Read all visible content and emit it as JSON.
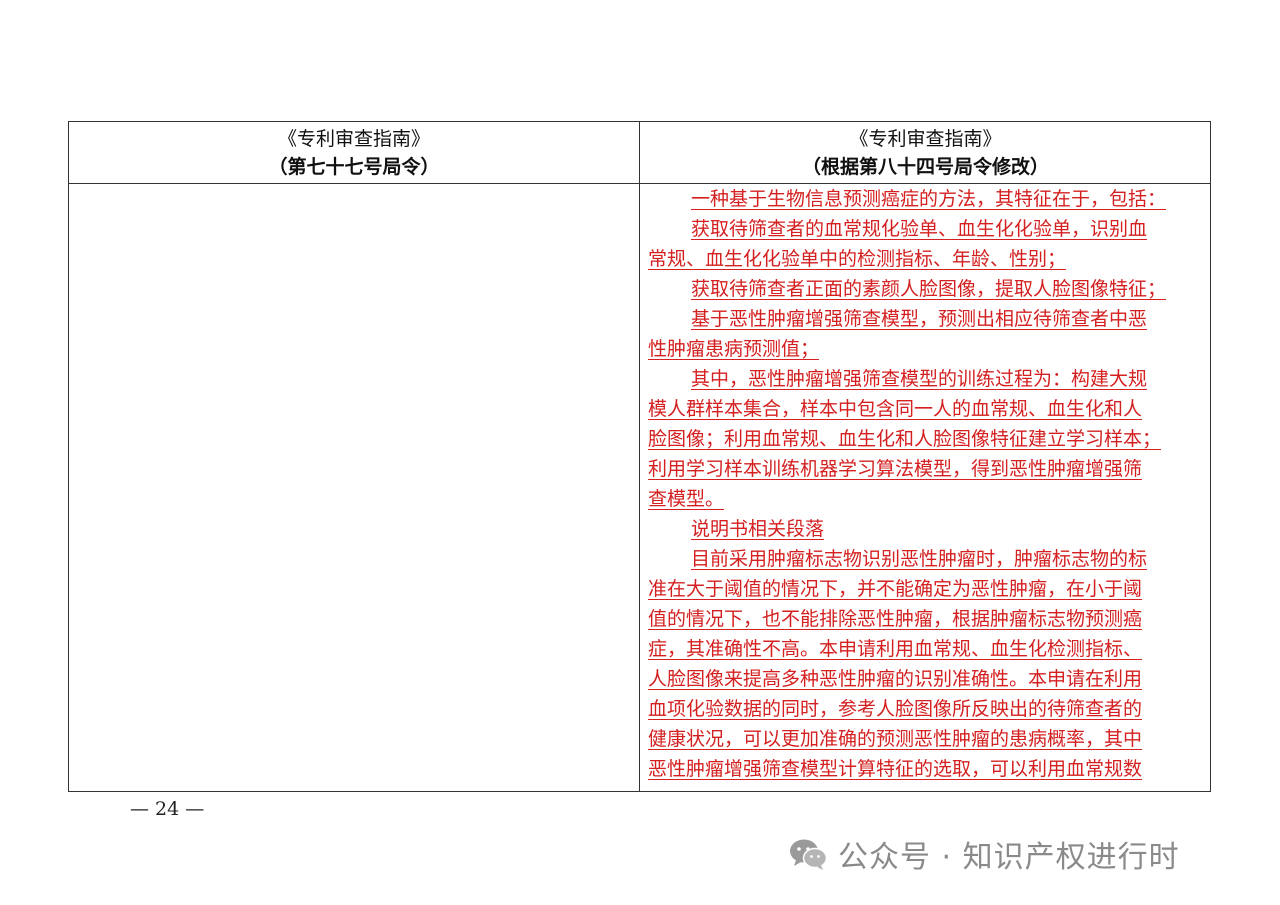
{
  "table": {
    "left_header": {
      "title": "《专利审查指南》",
      "subtitle": "（第七十七号局令）"
    },
    "right_header": {
      "title": "《专利审查指南》",
      "subtitle": "（根据第八十四号局令修改）"
    },
    "right_lines": [
      {
        "text": "一种基于生物信息预测癌症的方法，其特征在于，包括：",
        "indent": true
      },
      {
        "text": "获取待筛查者的血常规化验单、血生化化验单，识别血",
        "indent": true
      },
      {
        "text": "常规、血生化化验单中的检测指标、年龄、性别；",
        "indent": false
      },
      {
        "text": "获取待筛查者正面的素颜人脸图像，提取人脸图像特征；",
        "indent": true
      },
      {
        "text": "基于恶性肿瘤增强筛查模型，预测出相应待筛查者中恶",
        "indent": true
      },
      {
        "text": "性肿瘤患病预测值；",
        "indent": false
      },
      {
        "text": "其中，恶性肿瘤增强筛查模型的训练过程为：构建大规",
        "indent": true
      },
      {
        "text": "模人群样本集合，样本中包含同一人的血常规、血生化和人",
        "indent": false
      },
      {
        "text": "脸图像；利用血常规、血生化和人脸图像特征建立学习样本；",
        "indent": false
      },
      {
        "text": "利用学习样本训练机器学习算法模型，得到恶性肿瘤增强筛",
        "indent": false
      },
      {
        "text": "查模型。",
        "indent": false
      },
      {
        "text": "说明书相关段落",
        "indent": true
      },
      {
        "text": "目前采用肿瘤标志物识别恶性肿瘤时，肿瘤标志物的标",
        "indent": true
      },
      {
        "text": "准在大于阈值的情况下，并不能确定为恶性肿瘤，在小于阈",
        "indent": false
      },
      {
        "text": "值的情况下，也不能排除恶性肿瘤，根据肿瘤标志物预测癌",
        "indent": false
      },
      {
        "text": "症，其准确性不高。本申请利用血常规、血生化检测指标、",
        "indent": false
      },
      {
        "text": "人脸图像来提高多种恶性肿瘤的识别准确性。本申请在利用",
        "indent": false
      },
      {
        "text": "血项化验数据的同时，参考人脸图像所反映出的待筛查者的",
        "indent": false
      },
      {
        "text": "健康状况，可以更加准确的预测恶性肿瘤的患病概率，其中",
        "indent": false
      },
      {
        "text": "恶性肿瘤增强筛查模型计算特征的选取，可以利用血常规数",
        "indent": false
      }
    ]
  },
  "page_number": "— 24 —",
  "watermark": {
    "icon": "wechat-icon",
    "text": "公众号 · 知识产权进行时"
  },
  "colors": {
    "added_text": "#d42020",
    "watermark": "#8a8a8a",
    "border": "#333333"
  }
}
